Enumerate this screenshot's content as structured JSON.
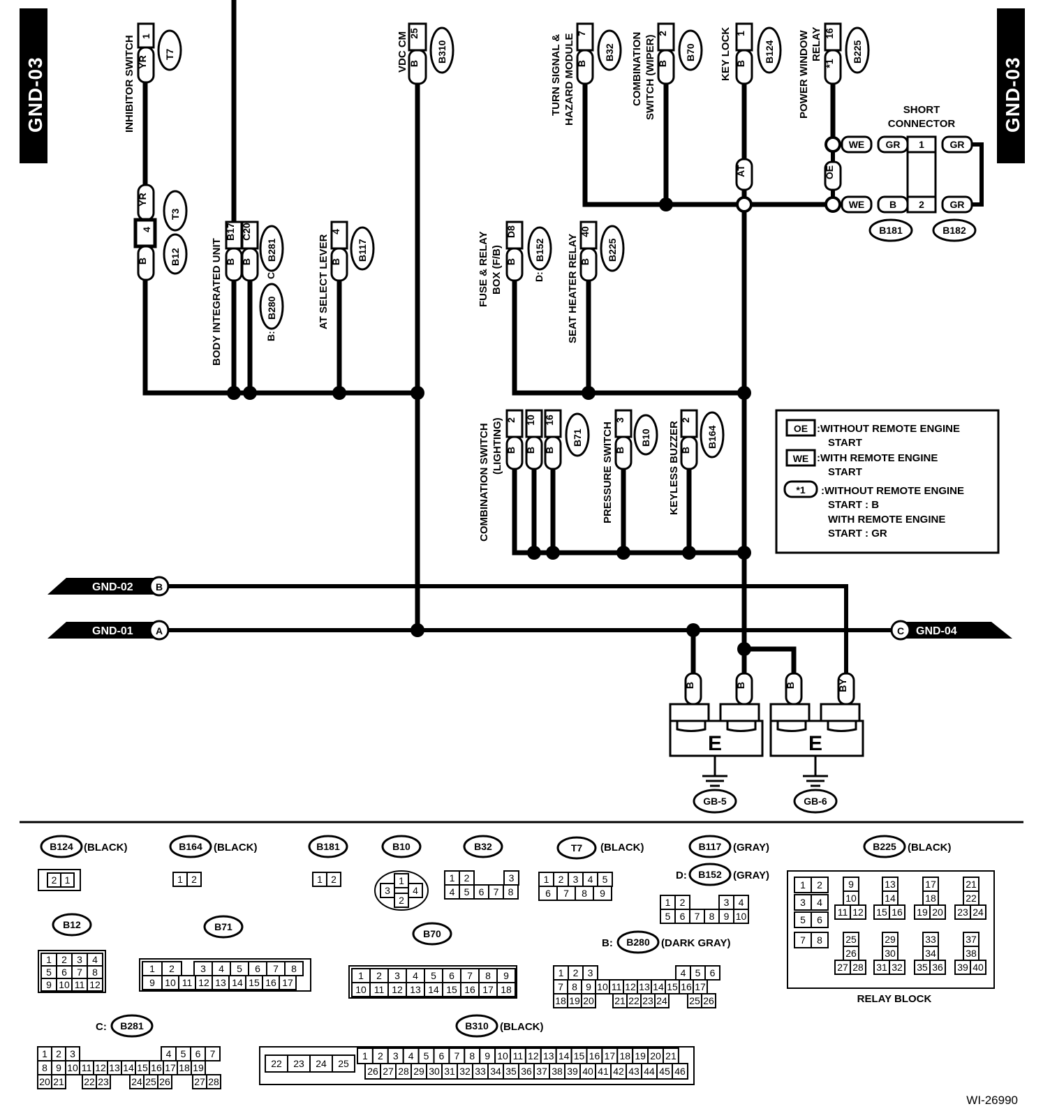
{
  "page_tags": {
    "left": "GND-03",
    "right": "GND-03"
  },
  "devices": {
    "inhibitor_switch": {
      "name": "INHIBITOR SWITCH",
      "pin": "1",
      "wire": "YR",
      "conn": "T7"
    },
    "t3": {
      "wire_top": "YR",
      "conn": "T3"
    },
    "b12": {
      "pin": "4",
      "wire": "B",
      "conn": "B12"
    },
    "body_unit": {
      "name": "BODY INTEGRATED UNIT",
      "pins": [
        "B17",
        "C20"
      ],
      "wires": [
        "B",
        "B"
      ],
      "conn": "B281",
      "prefix_c": "C:",
      "alt_conn": "B280",
      "prefix_b": "B:"
    },
    "at_select": {
      "name": "AT SELECT LEVER",
      "pin": "4",
      "wire": "B",
      "conn": "B117"
    },
    "vdc": {
      "name": "VDC CM",
      "pin": "25",
      "wire": "B",
      "conn": "B310"
    },
    "turn_signal": {
      "name1": "TURN SIGNAL &",
      "name2": "HAZARD MODULE",
      "pin": "7",
      "wire": "B",
      "conn": "B32"
    },
    "comb_wiper": {
      "name1": "COMBINATION",
      "name2": "SWITCH (WIPER)",
      "pin": "2",
      "wire": "B",
      "conn": "B70"
    },
    "key_lock": {
      "name": "KEY LOCK",
      "pin": "1",
      "wire": "B",
      "conn": "B124",
      "wire2": "AT"
    },
    "pw_relay": {
      "name1": "POWER WINDOW",
      "name2": "RELAY",
      "pin": "16",
      "wire": "*1",
      "conn": "B225"
    },
    "short_conn": {
      "name1": "SHORT",
      "name2": "CONNECTOR",
      "oe": "OE",
      "we": "WE",
      "gr": "GR",
      "b": "B",
      "pin1": "1",
      "pin2": "2",
      "conn1": "B181",
      "conn2": "B182"
    },
    "fuse_box": {
      "name1": "FUSE & RELAY",
      "name2": "BOX (F/B)",
      "pin": "D8",
      "wire": "B",
      "conn": "B152",
      "prefix": "D:"
    },
    "seat_heater": {
      "name": "SEAT HEATER RELAY",
      "pin": "40",
      "wire": "B",
      "conn": "B225"
    },
    "comb_light": {
      "name1": "COMBINATION SWITCH",
      "name2": "(LIGHTING)",
      "pins": [
        "2",
        "10",
        "16"
      ],
      "wire": "B",
      "conn": "B71"
    },
    "pressure": {
      "name": "PRESSURE SWITCH",
      "pin": "3",
      "wire": "B",
      "conn": "B10"
    },
    "keyless": {
      "name": "KEYLESS BUZZER",
      "pin": "2",
      "wire": "B",
      "conn": "B164"
    }
  },
  "legend": {
    "oe_key": "OE",
    "oe_text1": ":WITHOUT REMOTE ENGINE",
    "oe_text2": "START",
    "we_key": "WE",
    "we_text1": ":WITH REMOTE ENGINE",
    "we_text2": "START",
    "s1_key": "*1",
    "s1_text1": ":WITHOUT REMOTE ENGINE",
    "s1_text2": "START   : B",
    "s1_text3": "WITH REMOTE ENGINE",
    "s1_text4": "START   : GR"
  },
  "buses": {
    "gnd02": "GND-02",
    "gnd02_letter": "B",
    "gnd01": "GND-01",
    "gnd01_letter": "A",
    "gnd04": "GND-04",
    "gnd04_letter": "C"
  },
  "grounds": {
    "e_label": "E",
    "wires": [
      "B",
      "B",
      "B",
      "BY"
    ],
    "gb5": "GB-5",
    "gb6": "GB-6"
  },
  "connectors": {
    "b124": {
      "name": "B124",
      "color": "(BLACK)",
      "pins": [
        "2",
        "1"
      ]
    },
    "b164": {
      "name": "B164",
      "color": "(BLACK)",
      "pins": [
        "1",
        "2"
      ]
    },
    "b181": {
      "name": "B181",
      "pins": [
        "1",
        "2"
      ]
    },
    "b10": {
      "name": "B10",
      "pins": [
        "1",
        "3",
        "2",
        "4"
      ]
    },
    "b32": {
      "name": "B32",
      "row1": [
        "1",
        "2",
        "",
        "3"
      ],
      "row2": [
        "4",
        "5",
        "6",
        "7",
        "8"
      ]
    },
    "t7": {
      "name": "T7",
      "color": "(BLACK)",
      "row1": [
        "1",
        "2",
        "3",
        "4",
        "5"
      ],
      "row2": [
        "6",
        "7",
        "8",
        "9"
      ]
    },
    "b117": {
      "name": "B117",
      "color": "(GRAY)",
      "prefix": "D:",
      "name2": "B152",
      "color2": "(GRAY)",
      "row1": [
        "1",
        "2",
        "",
        "3",
        "4"
      ],
      "row2": [
        "5",
        "6",
        "7",
        "8",
        "9",
        "10"
      ]
    },
    "b225": {
      "name": "B225",
      "color": "(BLACK)",
      "caption": "RELAY BLOCK"
    },
    "b12": {
      "name": "B12",
      "row1": [
        "1",
        "2",
        "3",
        "4"
      ],
      "row2": [
        "5",
        "6",
        "7",
        "8"
      ],
      "row3": [
        "9",
        "10",
        "11",
        "12"
      ]
    },
    "b71": {
      "name": "B71",
      "row1": [
        "1",
        "2",
        "3",
        "4",
        "5",
        "6",
        "7",
        "8"
      ],
      "row2": [
        "9",
        "10",
        "11",
        "12",
        "13",
        "14",
        "15",
        "16",
        "17"
      ]
    },
    "b70": {
      "name": "B70",
      "row1": [
        "1",
        "2",
        "3",
        "4",
        "5",
        "6",
        "7",
        "8",
        "9"
      ],
      "row2": [
        "10",
        "11",
        "12",
        "13",
        "14",
        "15",
        "16",
        "17",
        "18"
      ]
    },
    "b280": {
      "name": "B280",
      "prefix": "B:",
      "color": "(DARK GRAY)"
    },
    "b281": {
      "name": "B281",
      "prefix": "C:"
    },
    "b310": {
      "name": "B310",
      "color": "(BLACK)"
    }
  },
  "footer": {
    "code": "WI-26990"
  }
}
